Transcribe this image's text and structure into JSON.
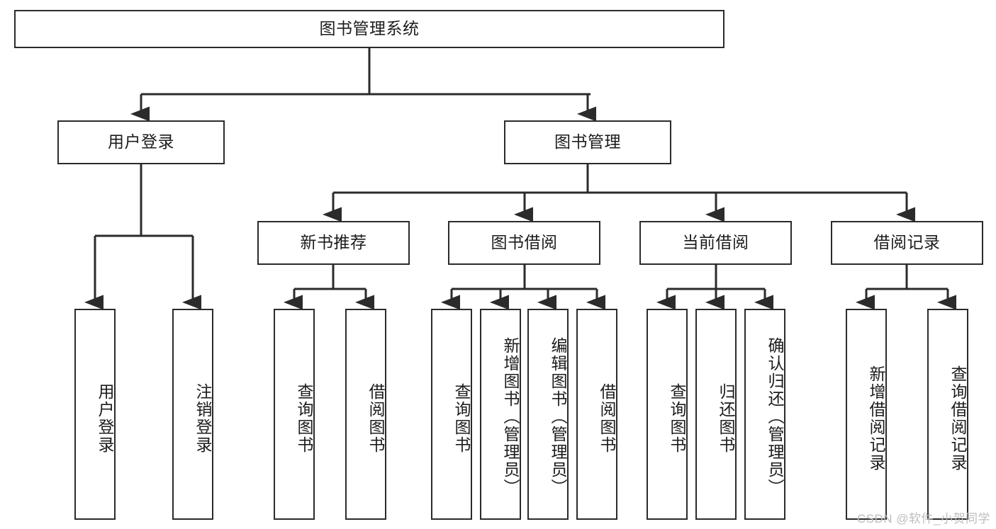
{
  "diagram": {
    "type": "tree-hierarchy",
    "title": "图书管理系统",
    "orientation": "top-down",
    "colors": {
      "stroke": "#2b2b2b",
      "fill": "#ffffff",
      "text": "#1c1c1c",
      "watermark": "#bdbdbd"
    },
    "root": {
      "label": "图书管理系统"
    },
    "level2": [
      {
        "label": "用户登录"
      },
      {
        "label": "图书管理"
      }
    ],
    "level3": [
      {
        "label": "新书推荐"
      },
      {
        "label": "图书借阅"
      },
      {
        "label": "当前借阅"
      },
      {
        "label": "借阅记录"
      }
    ],
    "leaves": {
      "user_login": [
        {
          "label": "用户登录"
        },
        {
          "label": "注销登录"
        }
      ],
      "new_book_recommend": [
        {
          "label": "查询图书"
        },
        {
          "label": "借阅图书"
        }
      ],
      "book_borrow": [
        {
          "label": "查询图书"
        },
        {
          "label": "新增图书（管理员）"
        },
        {
          "label": "编辑图书（管理员）"
        },
        {
          "label": "借阅图书"
        }
      ],
      "current_borrow": [
        {
          "label": "查询图书"
        },
        {
          "label": "归还图书"
        },
        {
          "label": "确认归还（管理员）"
        }
      ],
      "borrow_records": [
        {
          "label": "新增借阅记录"
        },
        {
          "label": "查询借阅记录"
        }
      ]
    }
  },
  "watermark": {
    "text": "CSDN @软件_小贺同学"
  }
}
